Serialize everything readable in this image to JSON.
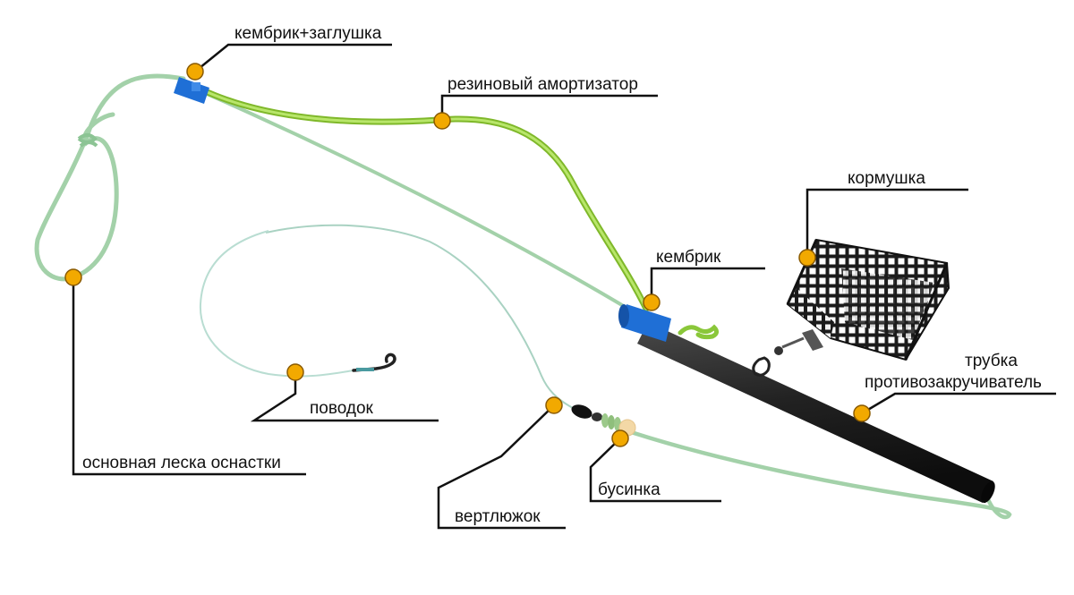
{
  "labels": {
    "cambric_plug": "кембрик+заглушка",
    "rubber_shock": "резиновый амортизатор",
    "feeder": "кормушка",
    "cambric": "кембрик",
    "tube_line1": "трубка",
    "tube_line2": "противозакручиватель",
    "leader": "поводок",
    "main_line": "основная леска оснастки",
    "swivel": "вертлюжок",
    "bead": "бусинка"
  },
  "colors": {
    "main_line": "#9ccfa4",
    "shock_gum": "#9bd33a",
    "connector": "#1f6fd6",
    "tube": "#2a2a2a",
    "marker": "#f2a900",
    "leader_line": "#b9ddd2",
    "bead": "#f3d8a6",
    "feeder_cage": "#1a1a1a"
  }
}
